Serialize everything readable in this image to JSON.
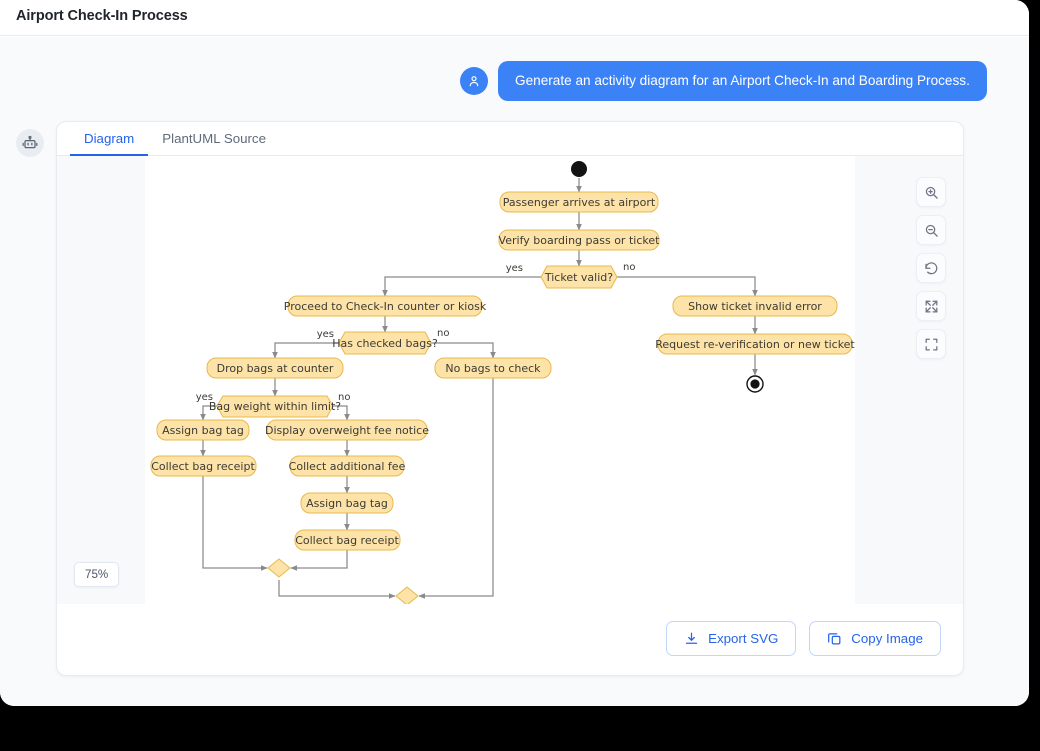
{
  "window": {
    "title": "Airport Check-In Process"
  },
  "chat": {
    "user_avatar_icon": "user-icon",
    "bot_avatar_icon": "robot-icon",
    "user_message": "Generate an activity diagram for an Airport Check-In and Boarding Process."
  },
  "card": {
    "tabs": [
      {
        "label": "Diagram",
        "active": true
      },
      {
        "label": "PlantUML Source",
        "active": false
      }
    ],
    "zoom_level": "75%",
    "controls": [
      {
        "name": "zoom-in-icon",
        "title": "Zoom In"
      },
      {
        "name": "zoom-out-icon",
        "title": "Zoom Out"
      },
      {
        "name": "reset-icon",
        "title": "Reset"
      },
      {
        "name": "fit-screen-icon",
        "title": "Fit to Screen"
      },
      {
        "name": "fullscreen-icon",
        "title": "Fullscreen"
      }
    ],
    "actions": [
      {
        "label": "Export SVG",
        "icon": "download-icon"
      },
      {
        "label": "Copy Image",
        "icon": "copy-icon"
      }
    ]
  },
  "colors": {
    "accent": "#2563eb",
    "bubble": "#3b82f6",
    "node_fill": "#fde3a7",
    "node_stroke": "#e8b84b",
    "edge": "#8a8a8a",
    "canvas": "#ffffff",
    "gutter": "#f7f9fb"
  },
  "chart_data": {
    "type": "diagram",
    "diagram_kind": "uml-activity-diagram",
    "title": "Airport Check-In Process",
    "nodes": [
      {
        "id": "start",
        "type": "initial-node",
        "label": ""
      },
      {
        "id": "a1",
        "type": "action",
        "label": "Passenger arrives at airport"
      },
      {
        "id": "a2",
        "type": "action",
        "label": "Verify boarding pass or ticket"
      },
      {
        "id": "d1",
        "type": "decision",
        "label": "Ticket valid?"
      },
      {
        "id": "a3",
        "type": "action",
        "label": "Proceed to Check-In counter or kiosk"
      },
      {
        "id": "a4",
        "type": "action",
        "label": "Show ticket invalid error"
      },
      {
        "id": "a5",
        "type": "action",
        "label": "Request re-verification or new ticket"
      },
      {
        "id": "end1",
        "type": "final-node",
        "label": ""
      },
      {
        "id": "d2",
        "type": "decision",
        "label": "Has checked bags?"
      },
      {
        "id": "a6",
        "type": "action",
        "label": "Drop bags at counter"
      },
      {
        "id": "a7",
        "type": "action",
        "label": "No bags to check"
      },
      {
        "id": "d3",
        "type": "decision",
        "label": "Bag weight within limit?"
      },
      {
        "id": "a8",
        "type": "action",
        "label": "Assign bag tag"
      },
      {
        "id": "a9",
        "type": "action",
        "label": "Display overweight fee notice"
      },
      {
        "id": "a10",
        "type": "action",
        "label": "Collect bag receipt"
      },
      {
        "id": "a11",
        "type": "action",
        "label": "Collect additional fee"
      },
      {
        "id": "a12",
        "type": "action",
        "label": "Assign bag tag"
      },
      {
        "id": "a13",
        "type": "action",
        "label": "Collect bag receipt"
      },
      {
        "id": "m1",
        "type": "merge",
        "label": ""
      },
      {
        "id": "m2",
        "type": "merge",
        "label": ""
      }
    ],
    "edges": [
      {
        "from": "start",
        "to": "a1",
        "label": ""
      },
      {
        "from": "a1",
        "to": "a2",
        "label": ""
      },
      {
        "from": "a2",
        "to": "d1",
        "label": ""
      },
      {
        "from": "d1",
        "to": "a3",
        "label": "yes"
      },
      {
        "from": "d1",
        "to": "a4",
        "label": "no"
      },
      {
        "from": "a4",
        "to": "a5",
        "label": ""
      },
      {
        "from": "a5",
        "to": "end1",
        "label": ""
      },
      {
        "from": "a3",
        "to": "d2",
        "label": ""
      },
      {
        "from": "d2",
        "to": "a6",
        "label": "yes"
      },
      {
        "from": "d2",
        "to": "a7",
        "label": "no"
      },
      {
        "from": "a6",
        "to": "d3",
        "label": ""
      },
      {
        "from": "d3",
        "to": "a8",
        "label": "yes"
      },
      {
        "from": "d3",
        "to": "a9",
        "label": "no"
      },
      {
        "from": "a8",
        "to": "a10",
        "label": ""
      },
      {
        "from": "a9",
        "to": "a11",
        "label": ""
      },
      {
        "from": "a11",
        "to": "a12",
        "label": ""
      },
      {
        "from": "a12",
        "to": "a13",
        "label": ""
      },
      {
        "from": "a10",
        "to": "m1",
        "label": ""
      },
      {
        "from": "a13",
        "to": "m1",
        "label": ""
      },
      {
        "from": "m1",
        "to": "m2",
        "label": ""
      },
      {
        "from": "a7",
        "to": "m2",
        "label": ""
      }
    ],
    "edge_labels": [
      "yes",
      "no"
    ]
  }
}
